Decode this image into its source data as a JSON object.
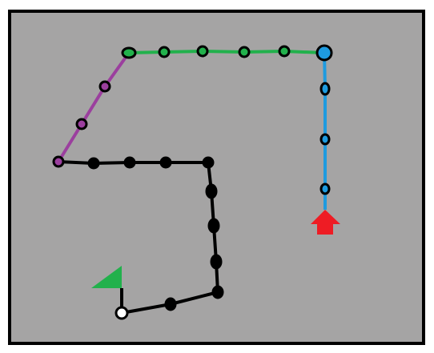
{
  "board": {
    "background_color": "#a5a4a4",
    "border_color": "#000000"
  },
  "colors": {
    "black": "#000000",
    "purple": "#9b3f9e",
    "green": "#22b14c",
    "blue": "#1e9be0",
    "red": "#ee1c24",
    "white": "#ffffff"
  },
  "paths": [
    {
      "id": "black-path",
      "color_key": "black"
    },
    {
      "id": "purple-path",
      "color_key": "purple"
    },
    {
      "id": "green-path",
      "color_key": "green"
    },
    {
      "id": "blue-path",
      "color_key": "blue"
    }
  ],
  "markers": {
    "start": {
      "icon": "flag-icon",
      "color_key": "green"
    },
    "goal": {
      "icon": "house-icon",
      "color_key": "red"
    }
  }
}
